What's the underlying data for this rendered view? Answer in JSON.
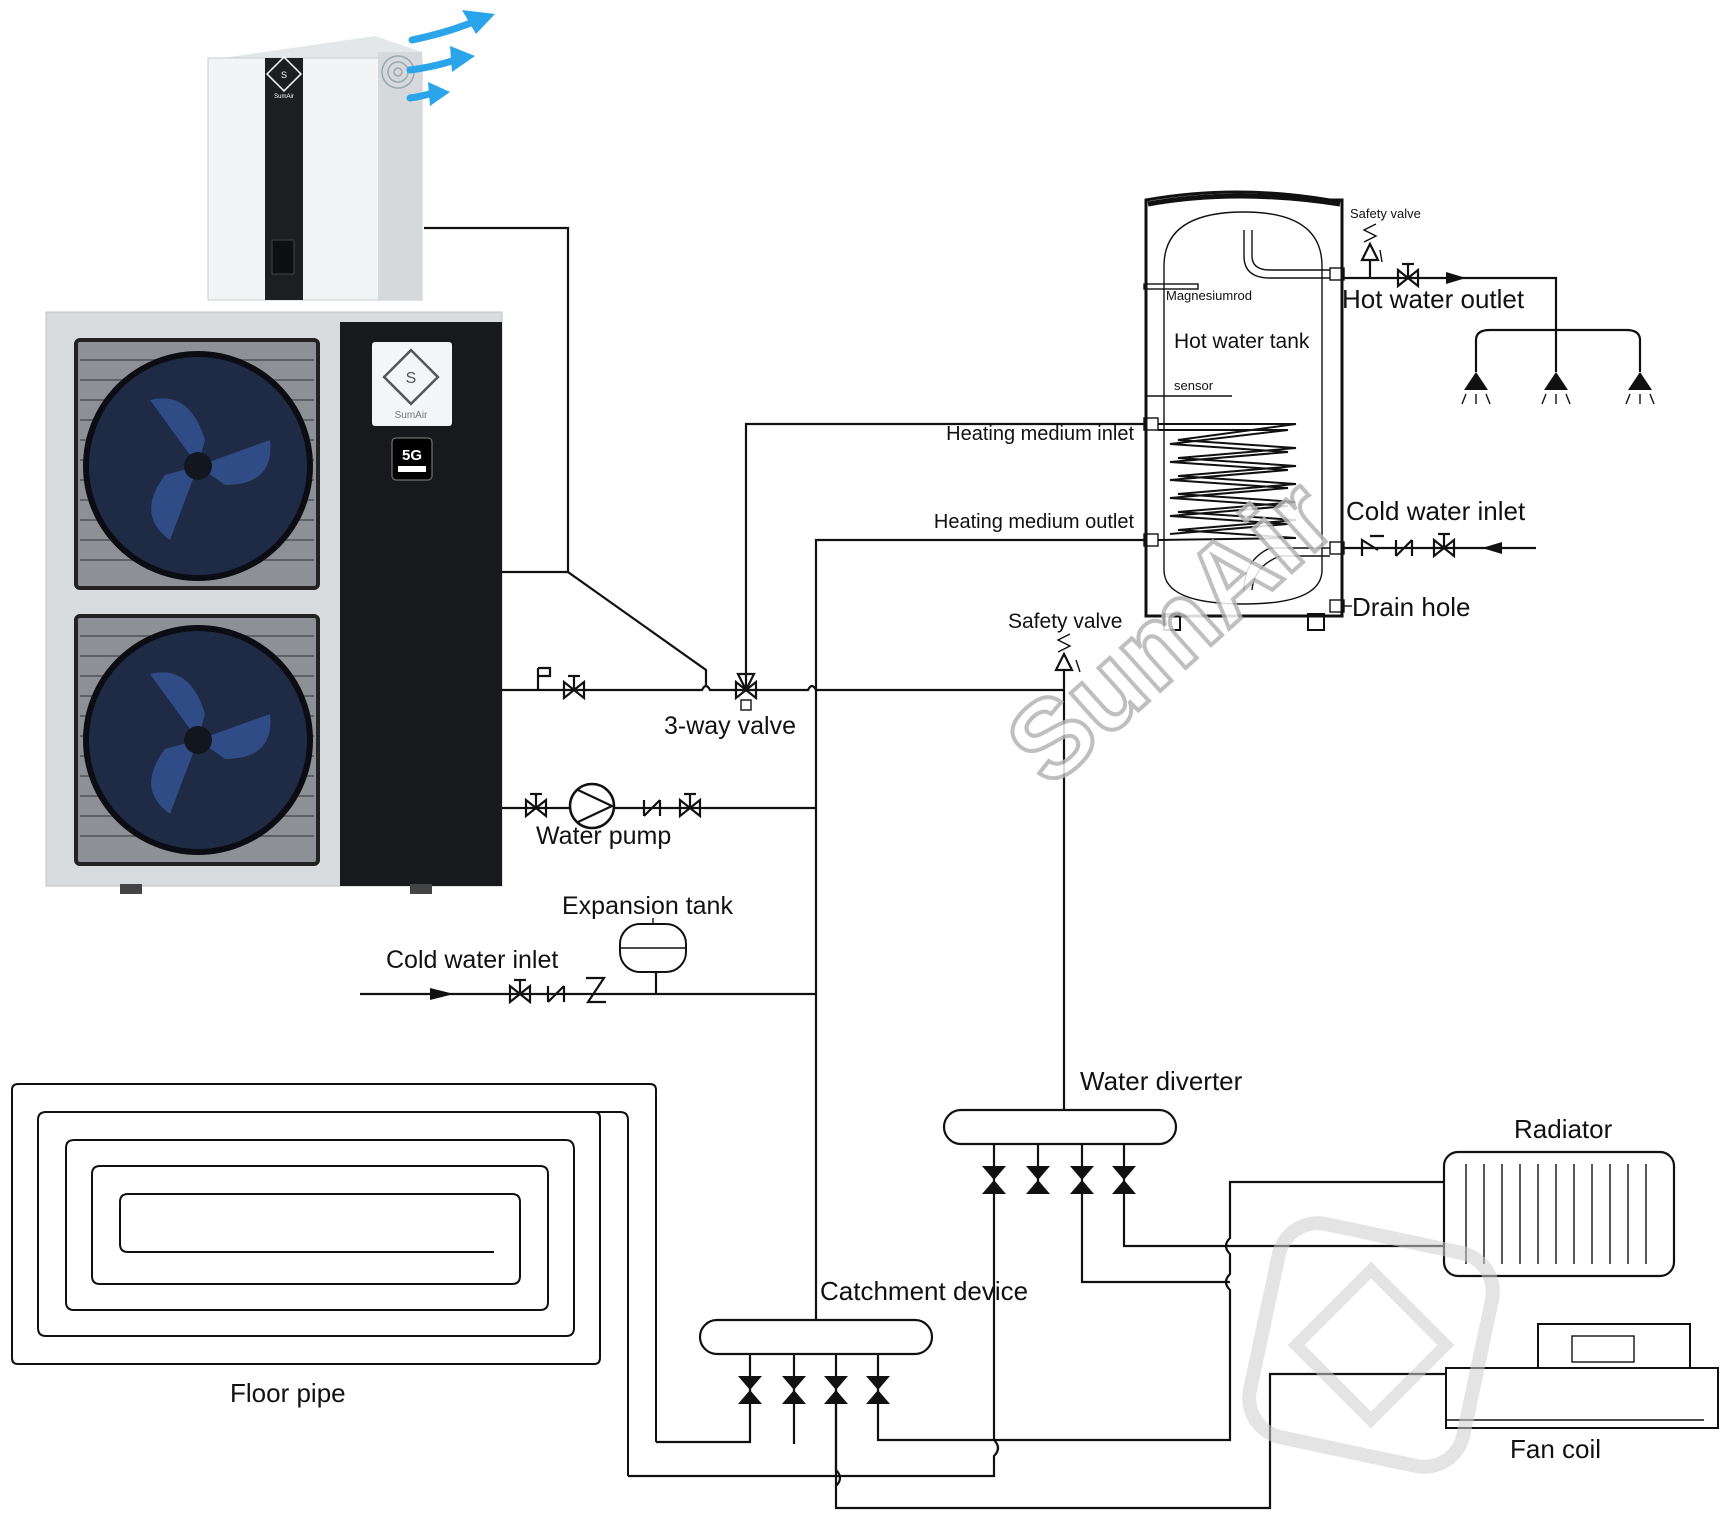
{
  "labels": {
    "safety_valve_tank": "Safety valve",
    "hot_water_outlet": "Hot water outlet",
    "magnesium_rod": "Magnesiumrod",
    "hot_water_tank": "Hot water tank",
    "sensor": "sensor",
    "heating_medium_inlet": "Heating medium  inlet",
    "heating_medium_outlet": "Heating medium  outlet",
    "cold_water_inlet_tank": "Cold water inlet",
    "drain_hole": "Drain hole",
    "safety_valve_system": "Safety valve",
    "three_way_valve": "3-way valve",
    "water_pump": "Water pump",
    "expansion_tank": "Expansion tank",
    "cold_water_inlet_main": "Cold water inlet",
    "water_diverter": "Water diverter",
    "radiator": "Radiator",
    "catchment_device": "Catchment device",
    "floor_pipe": "Floor pipe",
    "fan_coil": "Fan coil"
  },
  "branding": {
    "watermark": "SumAir",
    "unit_badge": "5G",
    "unit_brand": "SumAir"
  },
  "colors": {
    "line": "#111111",
    "airflow": "#2aa5ea",
    "unit_dark": "#1d1f24",
    "unit_light": "#eef0f2",
    "watermark": "#c9c9c9"
  }
}
